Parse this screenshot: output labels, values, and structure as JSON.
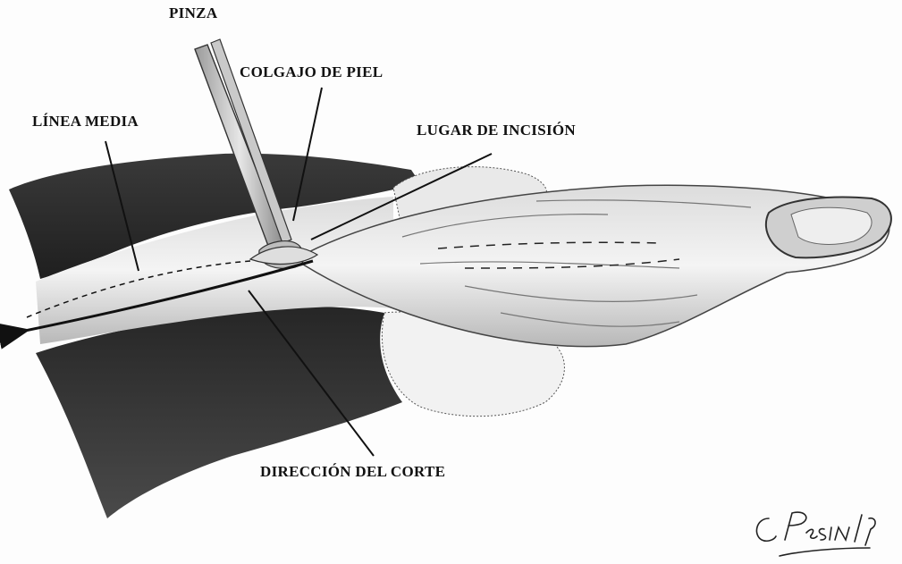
{
  "labels": {
    "pinza": "PINZA",
    "colgajo": "COLGAJO DE PIEL",
    "linea_media": "LÍNEA MEDIA",
    "lugar_incision": "LUGAR DE INCISIÓN",
    "direccion_corte": "DIRECCIÓN DEL CORTE"
  },
  "signature": "C. Pesin 19",
  "colors": {
    "ink": "#111111",
    "fur_dark": "#2b2b2b",
    "fur_mid": "#5a5a5a",
    "skin_shade": "#bdbdbd",
    "skin_light": "#ececec"
  }
}
